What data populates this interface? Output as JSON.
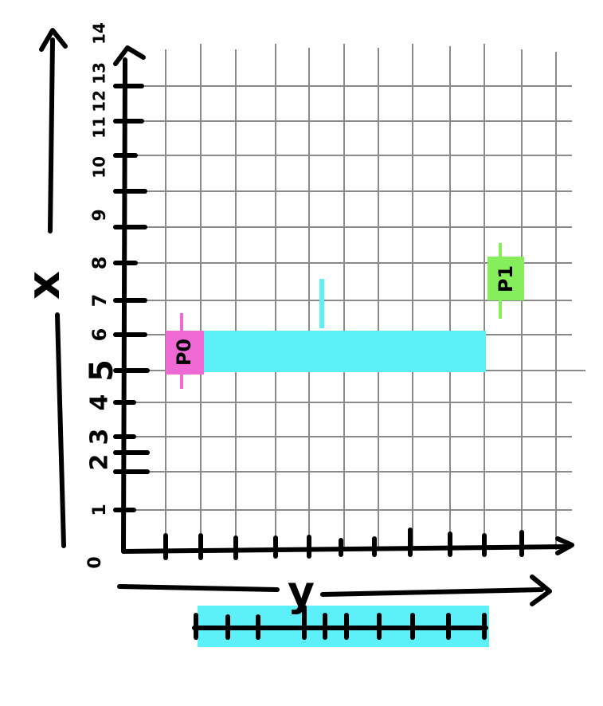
{
  "figure": {
    "vertical_axis_label": "x",
    "horizontal_axis_label": "y",
    "origin_label": "0",
    "x_tick_labels": [
      "1",
      "2",
      "3",
      "4",
      "5",
      "6",
      "7",
      "8",
      "9",
      "10",
      "11",
      "12",
      "13",
      "14"
    ],
    "box_left_label": "P0",
    "box_right_label": "P1",
    "colors": {
      "grid": "#8a8a8a",
      "ink": "#000000",
      "cyan": "#5ef0f8",
      "pink": "#f06ad6",
      "green": "#86ee5a"
    }
  }
}
